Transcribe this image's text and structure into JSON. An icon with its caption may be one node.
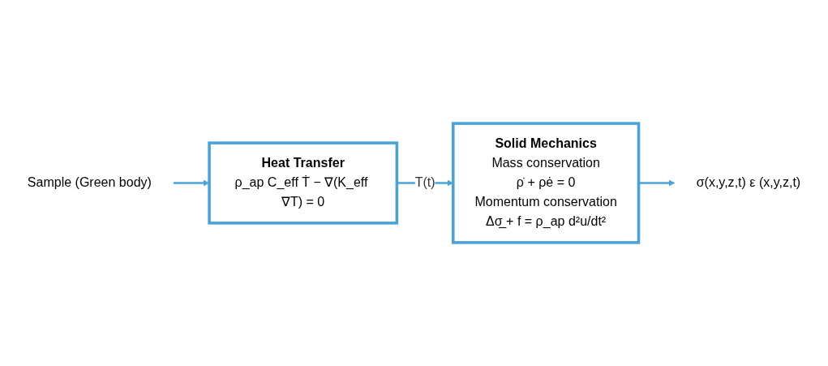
{
  "diagram": {
    "nodes": [
      {
        "text": [
          "Sample (Green body)"
        ]
      },
      {
        "text": [
          "Heat Transfer",
          "ρ_ap C_eff Ṫ − ∇(K_eff ∇T) = 0"
        ]
      },
      {
        "text": [
          "Solid Mechanics",
          "Mass conservation",
          "ρ̇ + ρė = 0",
          "Momentum conservation",
          "Δσ̲ + f = ρ_ap d²u/dt²"
        ]
      },
      {
        "text": [
          "σ(x,y,z,t) ε (x,y,z,t)"
        ]
      }
    ],
    "edges": [
      {
        "from": 0,
        "to": 1,
        "arrow": "to"
      },
      {
        "from": 1,
        "to": 2,
        "arrow": "to",
        "label": "T(t)"
      },
      {
        "from": 2,
        "to": 3,
        "arrow": "to"
      }
    ]
  }
}
